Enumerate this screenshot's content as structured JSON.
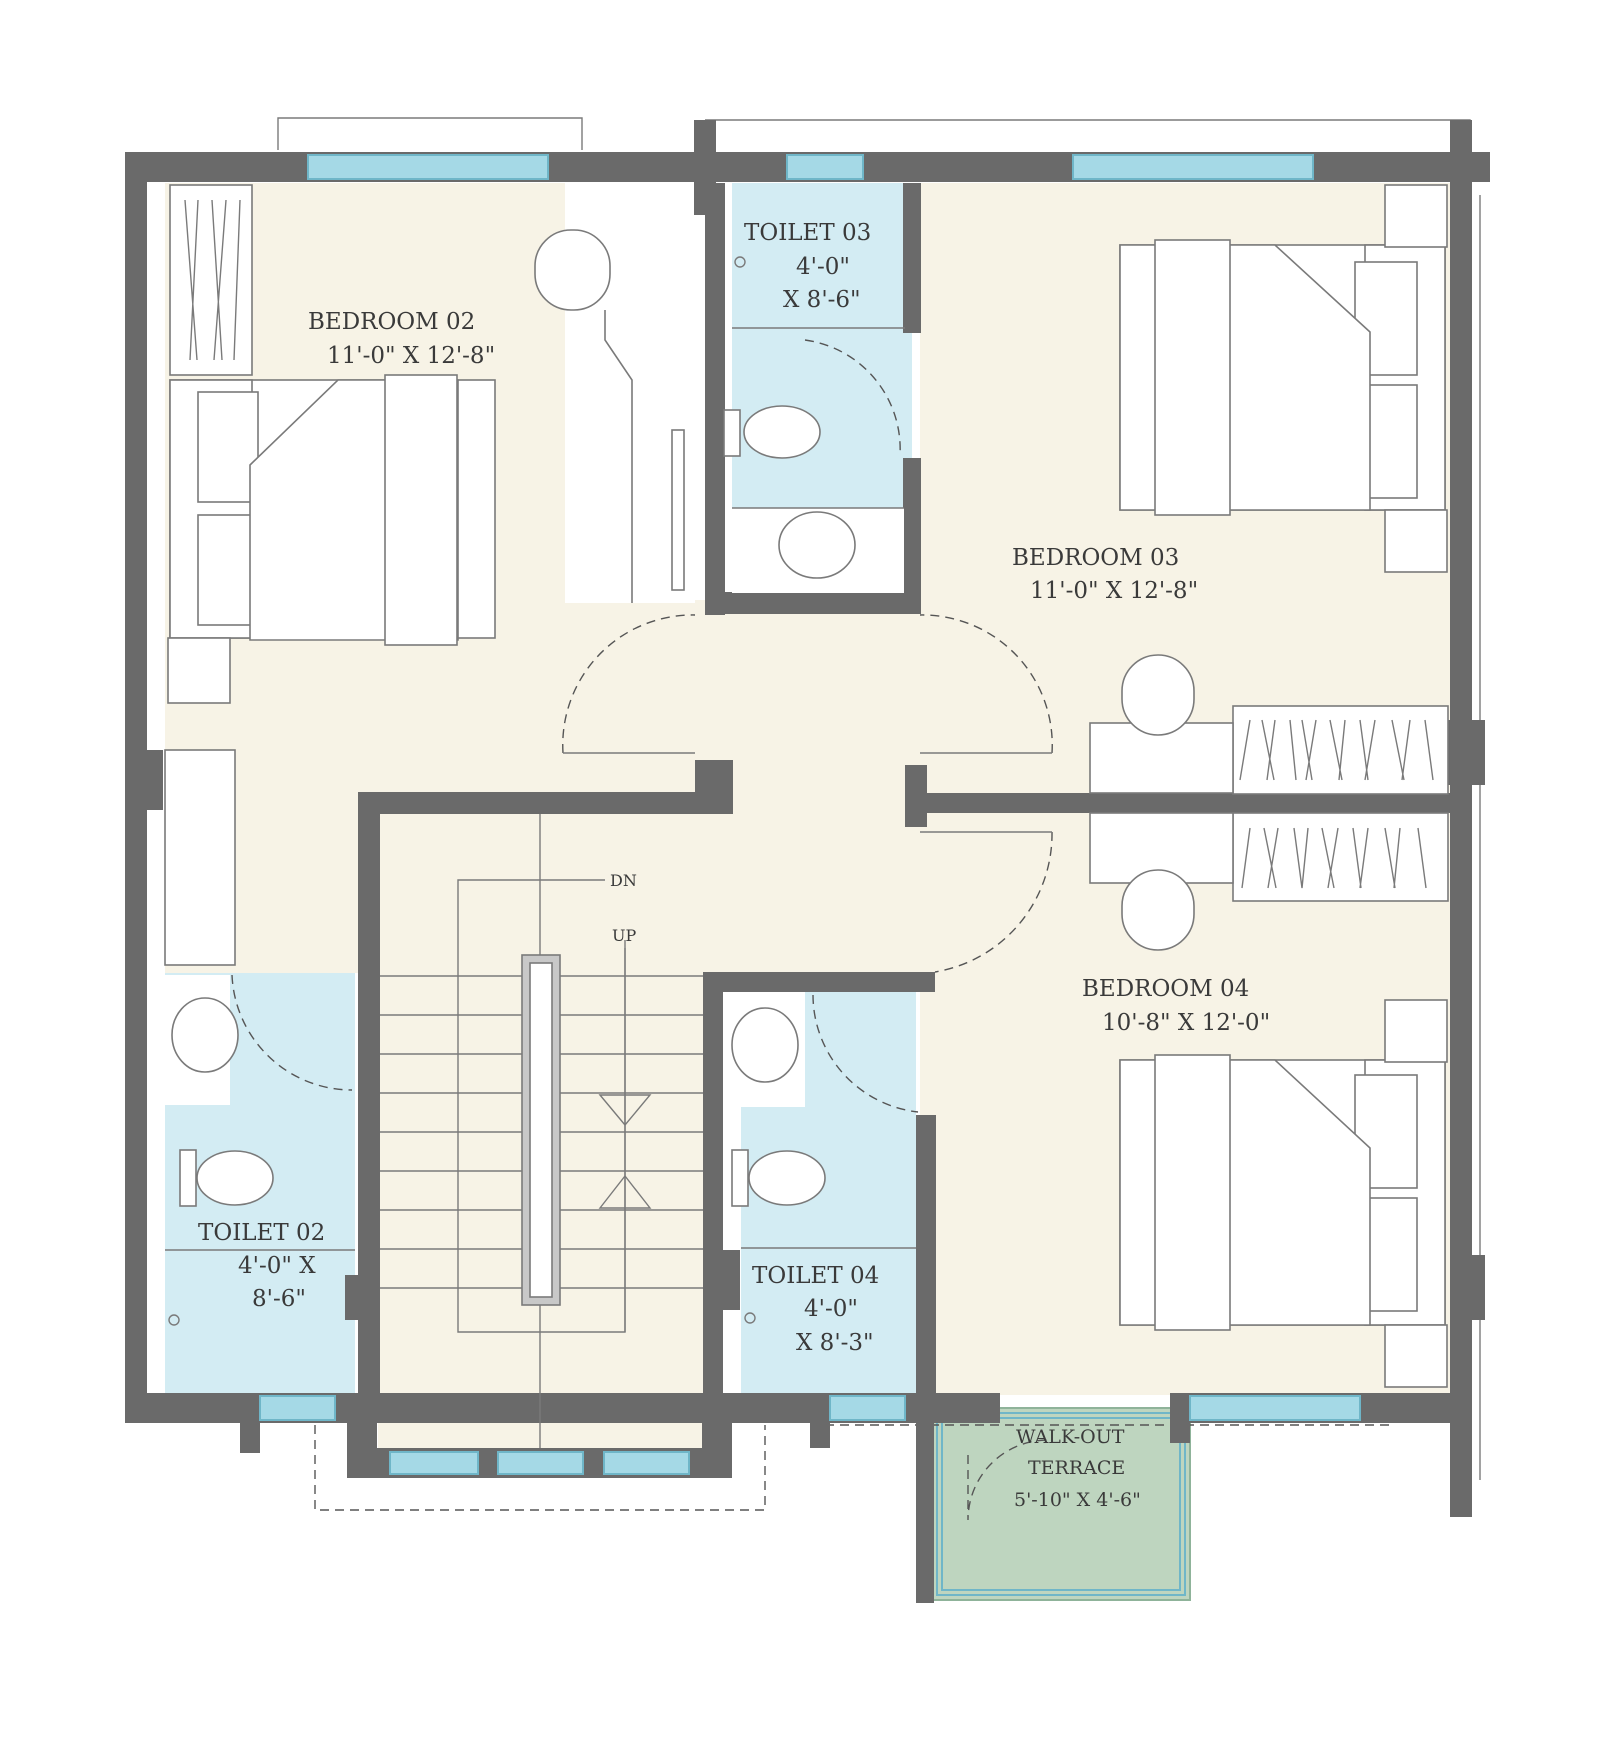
{
  "rooms": {
    "bedroom02": {
      "name": "BEDROOM 02",
      "size": "11'-0\" X 12'-8\""
    },
    "bedroom03": {
      "name": "BEDROOM 03",
      "size": "11'-0\" X 12'-8\""
    },
    "bedroom04": {
      "name": "BEDROOM 04",
      "size": "10'-8\" X 12'-0\""
    },
    "toilet02": {
      "name": "TOILET 02",
      "size_line1": "4'-0\" X",
      "size_line2": "8'-6\""
    },
    "toilet03": {
      "name": "TOILET 03",
      "size_line1": "4'-0\"",
      "size_line2": "X 8'-6\""
    },
    "toilet04": {
      "name": "TOILET 04",
      "size_line1": "4'-0\"",
      "size_line2": "X 8'-3\""
    },
    "terrace": {
      "name_line1": "WALK-OUT",
      "name_line2": "TERRACE",
      "size": "5'-10\" X 4'-6\""
    }
  },
  "stair": {
    "down_label": "DN",
    "up_label": "UP"
  },
  "colors": {
    "wall": "#6a6a6a",
    "floor": "#f7f3e6",
    "wet_area": "#d3ecf3",
    "window": "#a5d9e6",
    "terrace": "#bed5bf"
  }
}
